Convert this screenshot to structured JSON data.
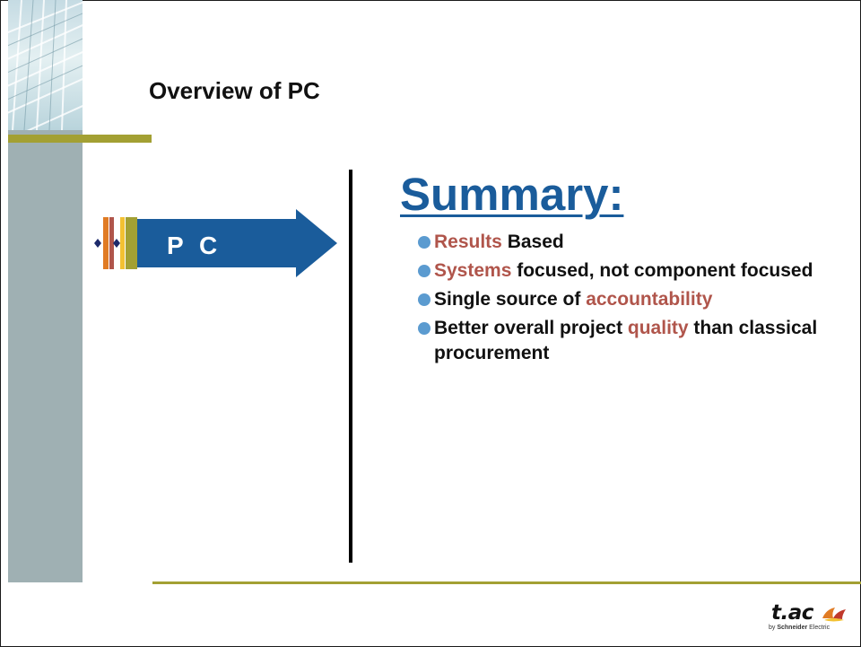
{
  "slide": {
    "title": "Overview of PC"
  },
  "arrow": {
    "label": "P C"
  },
  "summary": {
    "heading": "Summary:",
    "bullets": [
      {
        "highlight": "Results",
        "rest": " Based"
      },
      {
        "highlight": "Systems",
        "rest": " focused, not component focused"
      },
      {
        "lead": "Single source of ",
        "highlight": "accountability"
      },
      {
        "lead": "Better overall project ",
        "highlight": "quality",
        "rest": " than classical procurement"
      }
    ]
  },
  "logo": {
    "mark": "t.ac",
    "by": "by ",
    "brand": "Schneider",
    "suffix": " Electric"
  },
  "colors": {
    "accent_blue": "#1a5c9b",
    "highlight_red": "#b0554b",
    "bullet_blue": "#5b9bd0",
    "rule_olive": "#a3a033",
    "sidebar_gray": "#9fb0b3"
  }
}
